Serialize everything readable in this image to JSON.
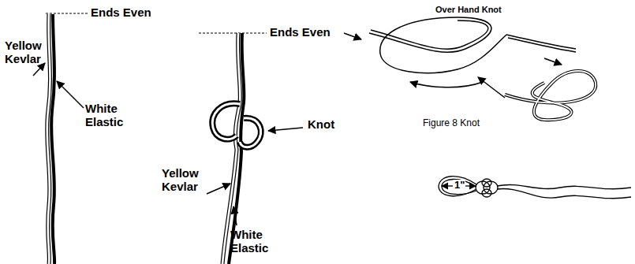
{
  "diagram": {
    "labels": [
      "Ends Even",
      "Yellow Kevlar",
      "White Elastic",
      "Ends Even",
      "Knot",
      "Yellow Kevlar",
      "White Elastic",
      "Over Hand Knot",
      "Figure 8 Knot",
      "1\""
    ]
  }
}
